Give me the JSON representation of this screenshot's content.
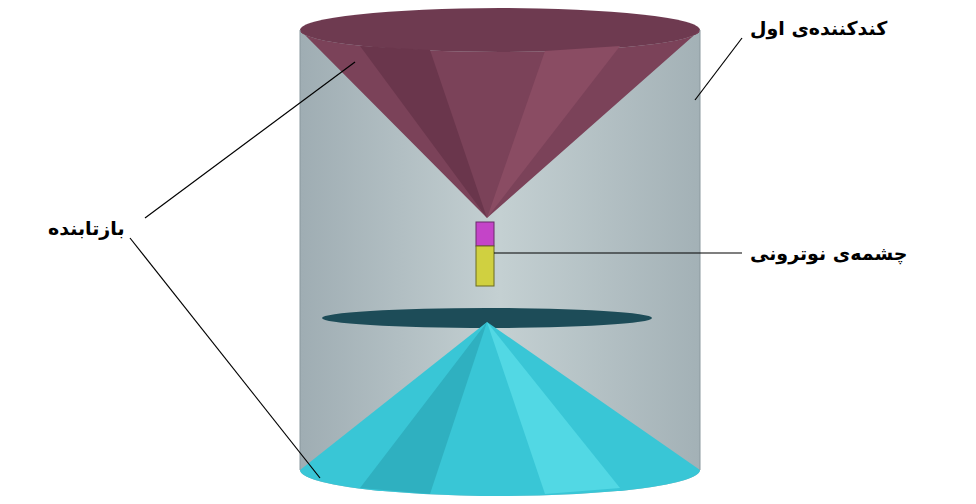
{
  "diagram": {
    "labels": [
      "کندکننده‌ی اول",
      "بازتابنده",
      "چشمه‌ی نوترونی"
    ]
  }
}
